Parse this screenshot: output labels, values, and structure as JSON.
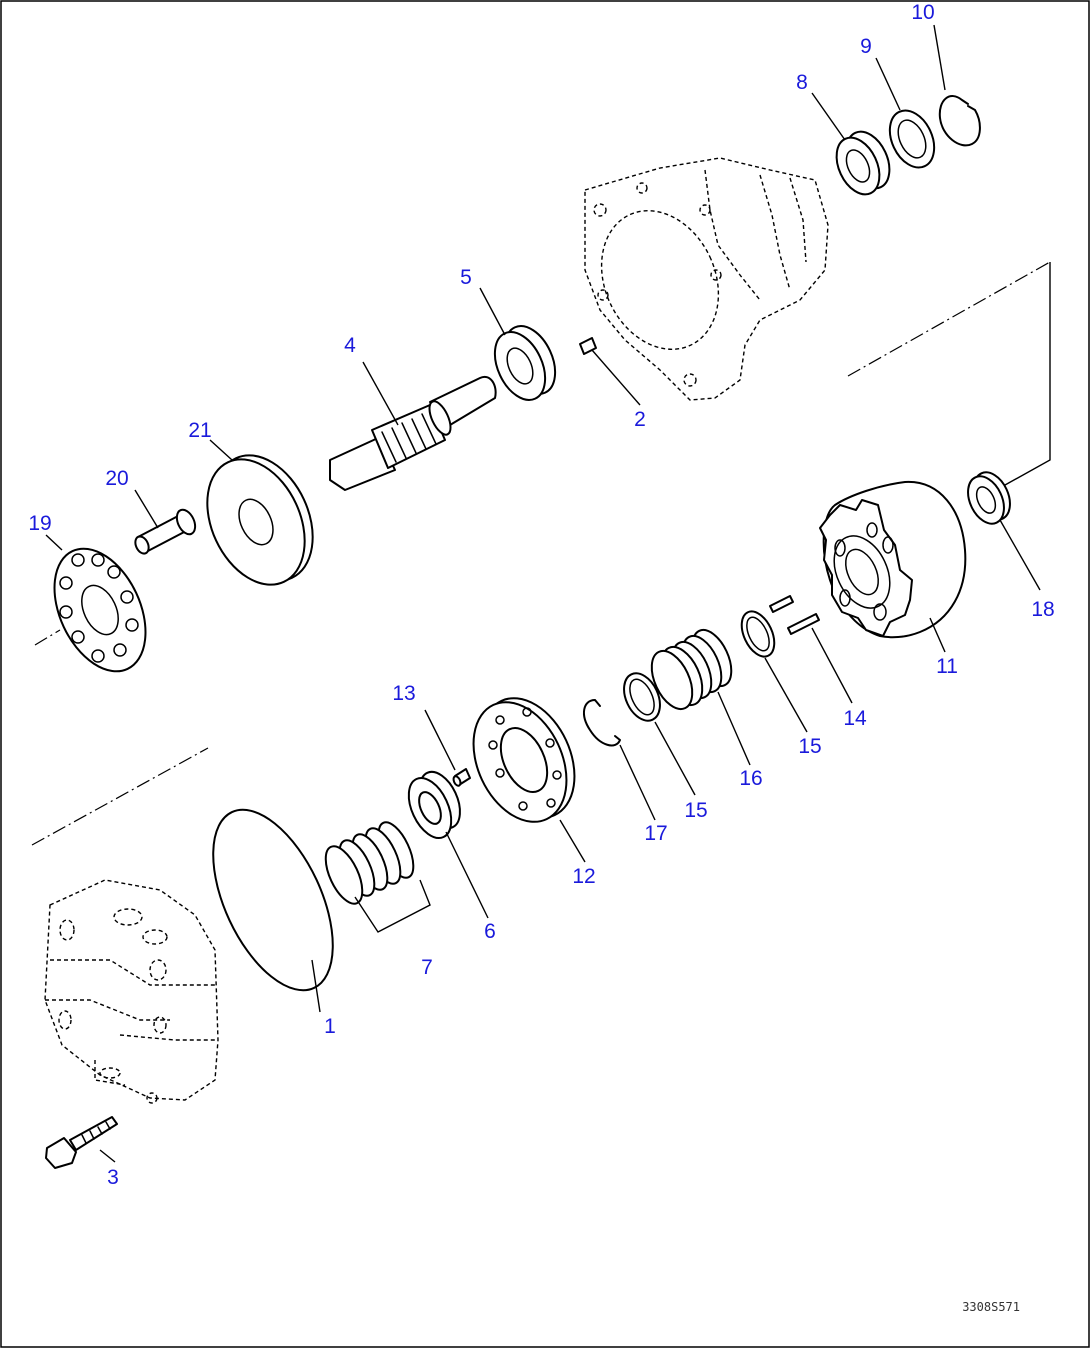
{
  "parts": [
    {
      "id": "p1",
      "label": "1"
    },
    {
      "id": "p2",
      "label": "2"
    },
    {
      "id": "p3",
      "label": "3"
    },
    {
      "id": "p4",
      "label": "4"
    },
    {
      "id": "p5",
      "label": "5"
    },
    {
      "id": "p6",
      "label": "6"
    },
    {
      "id": "p7",
      "label": "7"
    },
    {
      "id": "p8",
      "label": "8"
    },
    {
      "id": "p9",
      "label": "9"
    },
    {
      "id": "p10",
      "label": "10"
    },
    {
      "id": "p11",
      "label": "11"
    },
    {
      "id": "p12",
      "label": "12"
    },
    {
      "id": "p13",
      "label": "13"
    },
    {
      "id": "p14",
      "label": "14"
    },
    {
      "id": "p15a",
      "label": "15"
    },
    {
      "id": "p15b",
      "label": "15"
    },
    {
      "id": "p16",
      "label": "16"
    },
    {
      "id": "p17",
      "label": "17"
    },
    {
      "id": "p18",
      "label": "18"
    },
    {
      "id": "p19",
      "label": "19"
    },
    {
      "id": "p20",
      "label": "20"
    },
    {
      "id": "p21",
      "label": "21"
    }
  ],
  "drawing_code": "3308S571",
  "label_color": "#1a1adb"
}
